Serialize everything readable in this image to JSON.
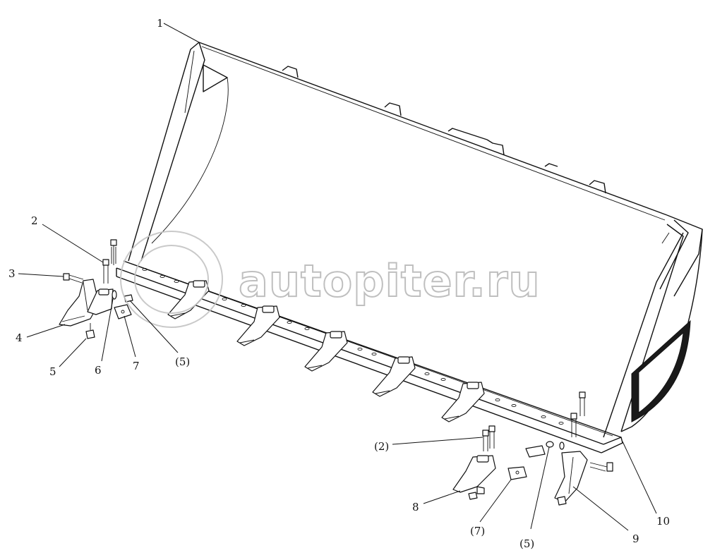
{
  "watermark": {
    "text": "autopiter.ru"
  },
  "callouts": [
    {
      "id": "c1",
      "text": "1"
    },
    {
      "id": "c2",
      "text": "2"
    },
    {
      "id": "c3",
      "text": "3"
    },
    {
      "id": "c4",
      "text": "4"
    },
    {
      "id": "c5",
      "text": "5"
    },
    {
      "id": "c6",
      "text": "6"
    },
    {
      "id": "c7",
      "text": "7"
    },
    {
      "id": "c5p",
      "text": "(5)"
    },
    {
      "id": "c2p",
      "text": "(2)"
    },
    {
      "id": "c8",
      "text": "8"
    },
    {
      "id": "c7p",
      "text": "(7)"
    },
    {
      "id": "c5q",
      "text": "(5)"
    },
    {
      "id": "c9",
      "text": "9"
    },
    {
      "id": "c10",
      "text": "10"
    }
  ]
}
